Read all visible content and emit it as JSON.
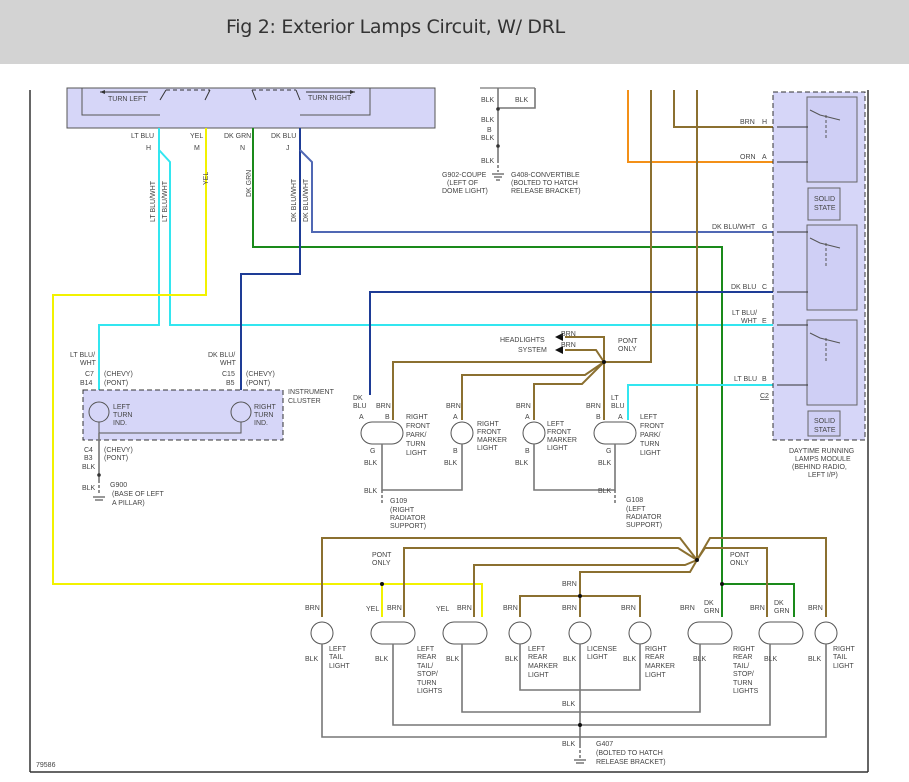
{
  "header": {
    "title": "Fig 2: Exterior Lamps Circuit, W/ DRL"
  },
  "colors": {
    "header_bg": "#d3d3d3",
    "module_fill": "#d6d6f8",
    "brn": "#8b7030",
    "orn": "#f39018",
    "yel": "#f2f200",
    "lt_blu": "#33e6f0",
    "dk_blu": "#1e3c96",
    "dk_blu_wht": "#5068b4",
    "dk_grn": "#1a8a1a",
    "blk": "#777777"
  },
  "switch": {
    "turn_left": "TURN LEFT",
    "turn_right": "TURN RIGHT"
  },
  "switch_pins": [
    {
      "wire": "LT BLU",
      "pin": "H"
    },
    {
      "wire": "YEL",
      "pin": "M"
    },
    {
      "wire": "DK GRN",
      "pin": "N"
    },
    {
      "wire": "DK BLU",
      "pin": "J"
    }
  ],
  "vertical_wires": [
    "LT BLU/WHT",
    "LT BLU/WHT",
    "YEL",
    "DK GRN",
    "DK BLU/WHT",
    "DK BLU/WHT"
  ],
  "ground_top": {
    "blk": "BLK",
    "pin": "B",
    "g902": [
      "G902-COUPE",
      "(LEFT OF",
      "DOME LIGHT)"
    ],
    "g408": [
      "G408-CONVERTIBLE",
      "(BOLTED TO HATCH",
      "RELEASE BRACKET)"
    ]
  },
  "drl_module": {
    "pins": [
      {
        "wire": "BRN",
        "pin": "H"
      },
      {
        "wire": "ORN",
        "pin": "A"
      },
      {
        "wire": "DK BLU/WHT",
        "pin": "G"
      },
      {
        "wire": "DK BLU",
        "pin": "C"
      },
      {
        "wire": "LT BLU/",
        "wire2": "WHT",
        "pin": "E"
      },
      {
        "wire": "LT BLU",
        "pin": "B"
      }
    ],
    "connector": "C2",
    "solid_state": [
      "SOLID",
      "STATE"
    ],
    "label": [
      "DAYTIME RUNNING",
      "LAMPS MODULE",
      "(BEHIND RADIO,",
      "LEFT I/P)"
    ]
  },
  "cluster": {
    "left_wire": [
      "LT BLU/",
      "WHT"
    ],
    "left_conn": [
      "C7",
      "B14"
    ],
    "right_wire": [
      "DK BLU/",
      "WHT"
    ],
    "right_conn": [
      "C15",
      "B5"
    ],
    "chevy": "(CHEVY)",
    "pont": "(PONT)",
    "label": [
      "INSTRUMENT",
      "CLUSTER"
    ],
    "left_ind": [
      "LEFT",
      "TURN",
      "IND."
    ],
    "right_ind": [
      "RIGHT",
      "TURN",
      "IND."
    ],
    "bottom_conn": [
      "C4",
      "B3"
    ],
    "blk": "BLK",
    "ground": [
      "G900",
      "(BASE OF LEFT",
      "A PILLAR)"
    ]
  },
  "front": {
    "headlights": [
      "HEADLIGHTS",
      "SYSTEM"
    ],
    "brn": "BRN",
    "pont_only": [
      "PONT",
      "ONLY"
    ],
    "rf_park": {
      "wires": [
        "DK",
        "BLU",
        "BRN"
      ],
      "pins": [
        "A",
        "B",
        "G"
      ],
      "label": [
        "RIGHT",
        "FRONT",
        "PARK/",
        "TURN",
        "LIGHT"
      ]
    },
    "rf_marker": {
      "wire": "BRN",
      "pins": [
        "A",
        "B"
      ],
      "label": [
        "RIGHT",
        "FRONT",
        "MARKER",
        "LIGHT"
      ]
    },
    "lf_marker": {
      "wire": "BRN",
      "pins": [
        "A",
        "B"
      ],
      "label": [
        "LEFT",
        "FRONT",
        "MARKER",
        "LIGHT"
      ]
    },
    "lf_park": {
      "wires": [
        "BRN",
        "LT",
        "BLU"
      ],
      "pins": [
        "B",
        "A",
        "G"
      ],
      "label": [
        "LEFT",
        "FRONT",
        "PARK/",
        "TURN",
        "LIGHT"
      ]
    },
    "blk": "BLK",
    "g109": [
      "G109",
      "(RIGHT",
      "RADIATOR",
      "SUPPORT)"
    ],
    "g108": [
      "G108",
      "(LEFT",
      "RADIATOR",
      "SUPPORT)"
    ]
  },
  "rear": {
    "pont_only": [
      "PONT",
      "ONLY"
    ],
    "brn": "BRN",
    "yel": "YEL",
    "dk_grn": [
      "DK",
      "GRN"
    ],
    "blk": "BLK",
    "left_tail": [
      "LEFT",
      "TAIL",
      "LIGHT"
    ],
    "left_rear_tsl": [
      "LEFT",
      "REAR",
      "TAIL/",
      "STOP/",
      "TURN",
      "LIGHTS"
    ],
    "left_rear_marker": [
      "LEFT",
      "REAR",
      "MARKER",
      "LIGHT"
    ],
    "license": [
      "LICENSE",
      "LIGHT"
    ],
    "right_rear_marker": [
      "RIGHT",
      "REAR",
      "MARKER",
      "LIGHT"
    ],
    "right_rear_tsl": [
      "RIGHT",
      "REAR",
      "TAIL/",
      "STOP/",
      "TURN",
      "LIGHTS"
    ],
    "right_tail": [
      "RIGHT",
      "TAIL",
      "LIGHT"
    ],
    "g407": [
      "G407",
      "(BOLTED TO HATCH",
      "RELEASE BRACKET)"
    ]
  },
  "figure_number": "79586"
}
